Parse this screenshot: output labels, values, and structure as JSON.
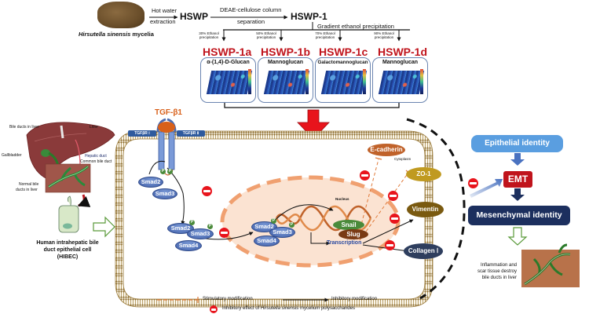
{
  "top": {
    "source_label_italic": "Hirsutella sinensis",
    "source_label_rest": " mycelia",
    "step1_above": "Hot water",
    "step1_below": "extraction",
    "product1": "HSWP",
    "step2_above": "DEAE-cellulose column",
    "step2_below": "separation",
    "product2": "HSWP-1",
    "gradient_label": "Gradient ethanol precipitation",
    "fractions": [
      {
        "precip": "30% Ethanol precipitation",
        "name": "HSWP-1a",
        "polysaccharide": "α-(1,4)-D-Glucan"
      },
      {
        "precip": "50% Ethanol precipitation",
        "name": "HSWP-1b",
        "polysaccharide": "Mannoglucan"
      },
      {
        "precip": "70% Ethanol precipitation",
        "name": "HSWP-1c",
        "polysaccharide": "Galactomannoglucan"
      },
      {
        "precip": "90% Ethanol precipitation",
        "name": "HSWP-1d",
        "polysaccharide": "Mannoglucan"
      }
    ]
  },
  "liver": {
    "labels": {
      "bile_ducts": "Bile ducts in liver",
      "liver": "Liver",
      "gallbladder": "Gallbladder",
      "hepatic_duct": "Hepatic duct",
      "common_bile_duct": "Common bile duct",
      "normal_bile": "Normal bile",
      "normal_bile2": "ducts in liver"
    },
    "cell_line1": "Human intrahepatic bile",
    "cell_line2": "duct epithelial cell",
    "cell_line3": "(HIBEC)"
  },
  "pathway": {
    "ligand": "TGF-β1",
    "receptor1": "TGFβR Ⅰ",
    "receptor2": "TGFβR Ⅱ",
    "phospho": "P",
    "smad2": "Smad2",
    "smad3": "Smad3",
    "smad4": "Smad4",
    "nucleus": "Nucleus",
    "cytoplasm": "Cytoplasm",
    "snail": "Snail",
    "slug": "Slug",
    "transcription": "Transcription",
    "ecadherin": "E-cadherin",
    "zo1": "ZO-1",
    "vimentin": "Vimentin",
    "collagen": "Collagen Ⅰ"
  },
  "emt": {
    "epithelial": "Epithelial identity",
    "emt": "EMT",
    "mesenchymal": "Mesenchymal identity",
    "outcome1": "Inflammation and",
    "outcome2": "scar tissue destroy",
    "outcome3": "bile ducts in liver"
  },
  "legend": {
    "stimulatory": "Stimulatory modification",
    "inhibitory": "Inhibitory modification",
    "inhibitory_effect_pre": "Inhibitory effect of ",
    "inhibitory_effect_italic": "Hirsutella sinensis",
    "inhibitory_effect_post": " mycelium polysaccharides"
  },
  "colors": {
    "hswp_red": "#c0141c",
    "smad_blue": "#4a68b0",
    "inhibit_red": "#e8141c",
    "emt_red": "#c0141c",
    "epithelial_blue": "#5a9ee0",
    "mesenchymal_navy": "#1c2f5e",
    "ecadherin": "#c0622a",
    "zo1": "#c09a20",
    "vimentin": "#7a5a10",
    "collagen": "#2e3e5e"
  }
}
